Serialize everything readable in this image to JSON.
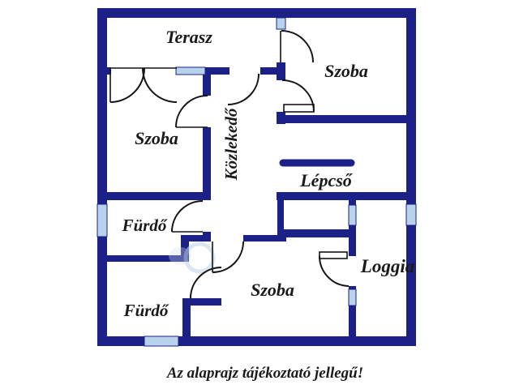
{
  "plan": {
    "rooms": {
      "terasz": "Terasz",
      "szoba_top": "Szoba",
      "szoba_left": "Szoba",
      "kozlekedo": "Közlekedő",
      "lepcso": "Lépcső",
      "furdo_upper": "Fürdő",
      "furdo_lower": "Fürdő",
      "szoba_bottom": "Szoba",
      "loggia": "Loggia"
    },
    "caption": "Az alaprajz tájékoztató jellegű!",
    "colors": {
      "wall": "#1c2187",
      "window": "#b9d2ec",
      "line": "#141414",
      "text": "#1a1a1a",
      "background": "#ffffff",
      "watermark": "#c9d9ea"
    }
  }
}
